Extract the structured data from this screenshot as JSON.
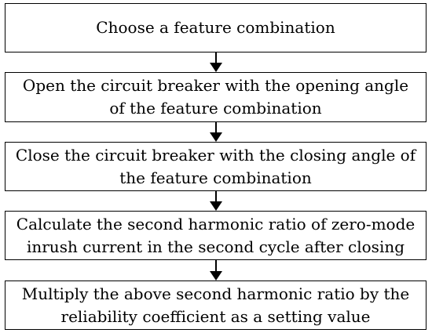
{
  "flowchart": {
    "steps": [
      {
        "text": "Choose a feature combination"
      },
      {
        "text": "Open the circuit breaker with the opening angle of the feature combination"
      },
      {
        "text": "Close the circuit breaker with the closing angle of the feature combination"
      },
      {
        "text": "Calculate the second harmonic ratio of zero-mode inrush current in the second cycle after closing"
      },
      {
        "text": "Multiply the above second harmonic ratio by the reliability coefficient as a setting value"
      }
    ],
    "colors": {
      "stroke": "#000000",
      "background": "#ffffff",
      "text": "#000000"
    }
  }
}
